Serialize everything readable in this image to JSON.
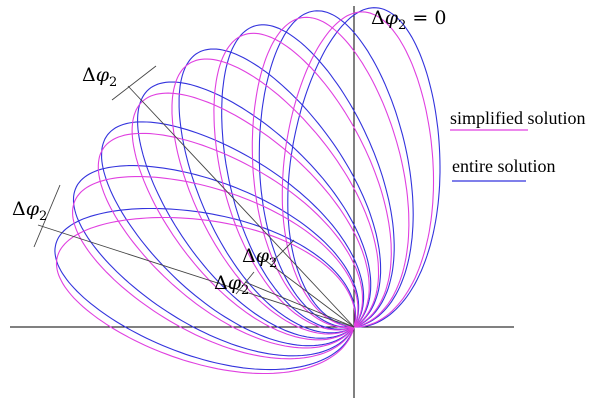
{
  "labels": {
    "delta": "Δ",
    "phi": "φ",
    "sub": "2",
    "eq_zero": " = 0"
  },
  "legend": {
    "simplified": "simplified solution",
    "entire": "entire solution"
  },
  "colors": {
    "simplified": "#e040e0",
    "entire": "#3333dd",
    "axis": "#000000",
    "guide": "#444444"
  }
}
